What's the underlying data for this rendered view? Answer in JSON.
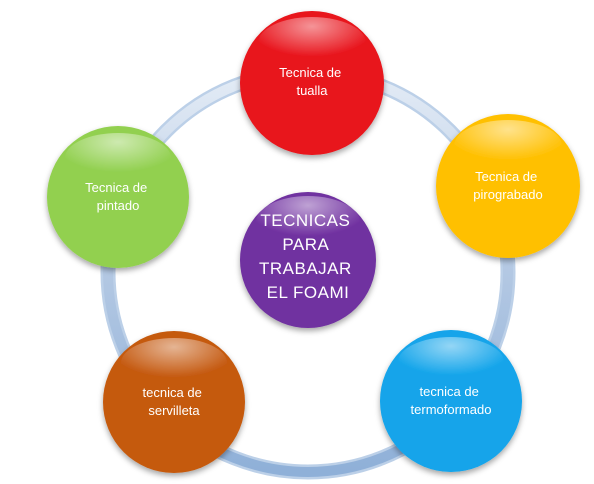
{
  "center": {
    "lines": [
      "TECNICAS",
      "PARA",
      "TRABAJAR",
      "EL FOAMI"
    ],
    "color": "#7030a0"
  },
  "ring_color": "#b8cce4",
  "nodes": [
    {
      "id": "tualla",
      "lines": [
        "Tecnica de",
        "tualla"
      ],
      "color": "#e8121a"
    },
    {
      "id": "pirograbado",
      "lines": [
        "Tecnica de",
        "pirograbado"
      ],
      "color": "#ffc000"
    },
    {
      "id": "termoformado",
      "lines": [
        "tecnica de",
        "termoformado"
      ],
      "color": "#12a4ea"
    },
    {
      "id": "servilleta",
      "lines": [
        "tecnica de",
        "servilleta"
      ],
      "color": "#c55a11"
    },
    {
      "id": "pintado",
      "lines": [
        "Tecnica de",
        "pintado"
      ],
      "color": "#92d050"
    }
  ]
}
